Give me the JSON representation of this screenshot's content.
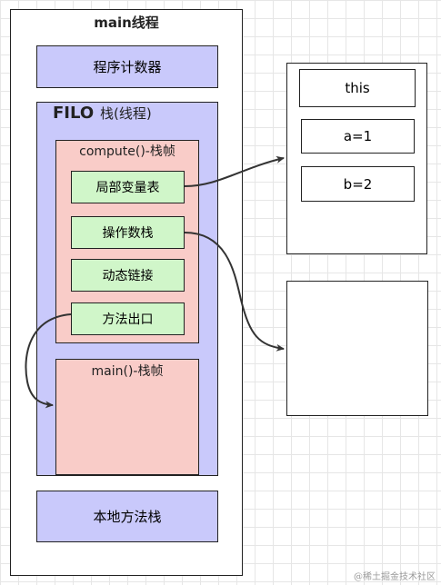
{
  "main_thread": {
    "title": "main线程"
  },
  "program_counter": {
    "label": "程序计数器"
  },
  "stack": {
    "filo_label": "FILO",
    "title": "栈(线程)",
    "compute_frame": {
      "title": "compute()-栈帧",
      "items": [
        "局部变量表",
        "操作数栈",
        "动态链接",
        "方法出口"
      ]
    },
    "main_frame": {
      "title": "main()-栈帧"
    }
  },
  "native_method_stack": {
    "label": "本地方法栈"
  },
  "local_variable_table": {
    "cells": [
      "this",
      "a=1",
      "b=2"
    ]
  },
  "watermark": "@稀土掘金技术社区"
}
